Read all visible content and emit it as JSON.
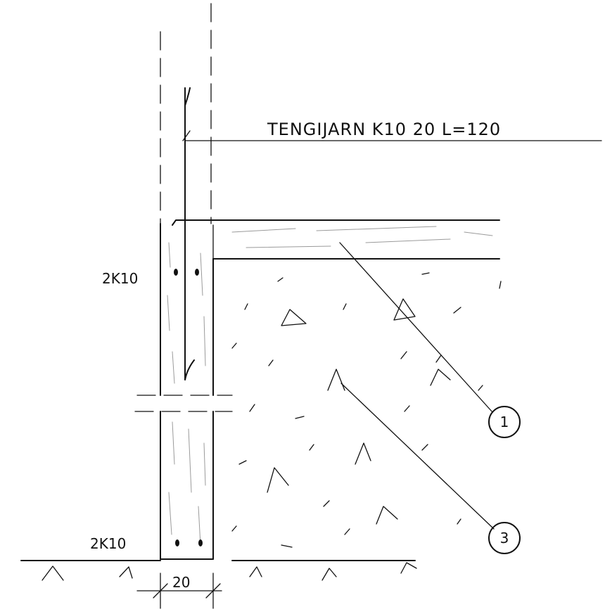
{
  "drawing": {
    "labels": {
      "anchor_note": "TENGIJARN K10 20 L=120",
      "top_bars": "2K10",
      "bottom_bars": "2K10",
      "width_dim": "20"
    },
    "callouts": [
      {
        "id": "1"
      },
      {
        "id": "3"
      }
    ],
    "colors": {
      "ink": "#111111",
      "hatch": "#9a9a9a",
      "background": "#ffffff"
    }
  }
}
